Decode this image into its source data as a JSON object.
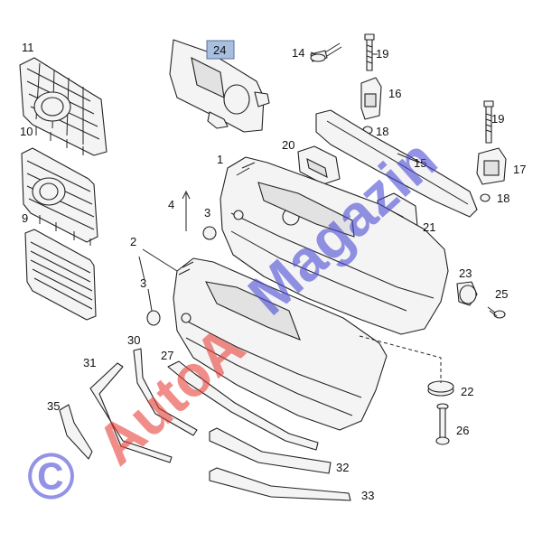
{
  "callouts": [
    {
      "id": "c1",
      "label": "1"
    },
    {
      "id": "c2",
      "label": "2"
    },
    {
      "id": "c3a",
      "label": "3"
    },
    {
      "id": "c3b",
      "label": "3"
    },
    {
      "id": "c4",
      "label": "4"
    },
    {
      "id": "c9",
      "label": "9"
    },
    {
      "id": "c10",
      "label": "10"
    },
    {
      "id": "c11",
      "label": "11"
    },
    {
      "id": "c14",
      "label": "14"
    },
    {
      "id": "c15",
      "label": "15"
    },
    {
      "id": "c16",
      "label": "16"
    },
    {
      "id": "c17",
      "label": "17"
    },
    {
      "id": "c18a",
      "label": "18"
    },
    {
      "id": "c18b",
      "label": "18"
    },
    {
      "id": "c19a",
      "label": "19"
    },
    {
      "id": "c19b",
      "label": "19"
    },
    {
      "id": "c20",
      "label": "20"
    },
    {
      "id": "c21",
      "label": "21"
    },
    {
      "id": "c22",
      "label": "22"
    },
    {
      "id": "c23",
      "label": "23"
    },
    {
      "id": "c24",
      "label": "24"
    },
    {
      "id": "c25",
      "label": "25"
    },
    {
      "id": "c26",
      "label": "26"
    },
    {
      "id": "c27",
      "label": "27"
    },
    {
      "id": "c30",
      "label": "30"
    },
    {
      "id": "c31",
      "label": "31"
    },
    {
      "id": "c32",
      "label": "32"
    },
    {
      "id": "c33",
      "label": "33"
    },
    {
      "id": "c35",
      "label": "35"
    }
  ],
  "highlight": {
    "callout": "24",
    "color": "#a9bfe0"
  },
  "watermark": {
    "copyright": "©",
    "red_text": "AutoA",
    "blue_text": "Magazin",
    "red_color": "#e8413a",
    "blue_color": "#4b4bd6"
  }
}
